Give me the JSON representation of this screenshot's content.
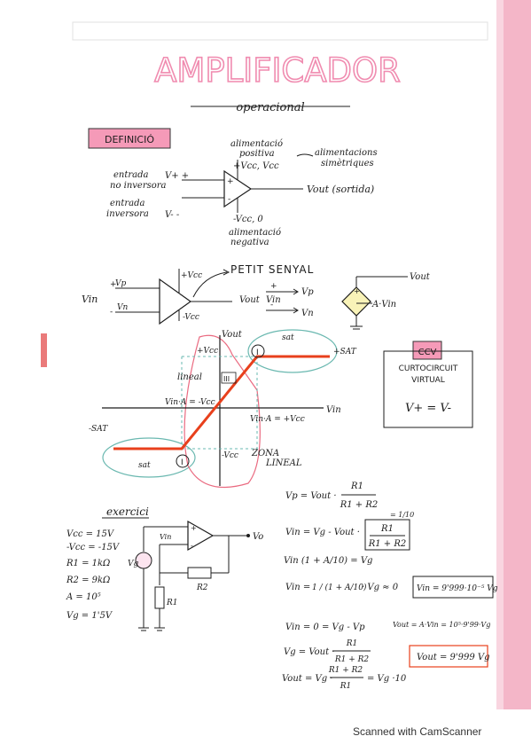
{
  "header": {
    "title": "AMPLIFICADOR",
    "subtitle": "operacional"
  },
  "definicio": {
    "badge": "DEFINICIÓ",
    "alim_pos": [
      "alimentació",
      "positiva"
    ],
    "alim_sim": [
      "alimentacions",
      "simètriques"
    ],
    "vcc_top": "+Vcc, Vcc",
    "vcc_bottom": "-Vcc, 0",
    "alim_neg": [
      "alimentació",
      "negativa"
    ],
    "in_noninv": [
      "entrada",
      "no inversora"
    ],
    "in_inv": [
      "entrada",
      "inversora"
    ],
    "vplus": "V+ +",
    "vminus": "V- -",
    "vout": "Vout (sortida)",
    "plus": "+",
    "minus": "-"
  },
  "small_signal": {
    "vin": "Vin",
    "vp": "Vp",
    "vn": "Vn",
    "vcc_plus": "+Vcc",
    "vcc_minus": "-Vcc",
    "title": "PETIT SENYAL",
    "row1_left": "Vout",
    "row1_right": "Vp",
    "row2_left": "Vin",
    "row2_right": "Vn",
    "plus": "+",
    "minus": "-"
  },
  "source": {
    "vout": "Vout",
    "avin": "A·Vin",
    "plus": "+"
  },
  "graph": {
    "vout": "Vout",
    "vin": "Vin",
    "vcc": "+Vcc",
    "neg_vcc": "-Vcc",
    "sat_top": "+SAT",
    "sat_bot": "-SAT",
    "sat_lbl_top": "sat",
    "sat_lbl_bot": "sat",
    "lineal": "lineal",
    "roman3": "III",
    "roman1": "I",
    "left_eq": "Vin·A = -Vcc",
    "right_eq": "Vin·A = +Vcc",
    "zona": "ZONA",
    "zona2": "LINEAL"
  },
  "ccv": {
    "badge": "CCV",
    "line1": "CURTOCIRCUIT",
    "line2": "VIRTUAL",
    "eq": "V+ = V-"
  },
  "exercici": {
    "title": "exercici",
    "params": [
      "Vcc = 15V",
      "-Vcc = -15V",
      "R1 = 1kΩ",
      "R2 = 9kΩ",
      "A = 10⁵",
      "Vg = 1'5V"
    ],
    "vin": "Vin",
    "vg": "Vg",
    "vo": "Vo",
    "r1": "R1",
    "r2": "R2",
    "plus": "+",
    "minus": "-"
  },
  "equations": {
    "vp_lhs": "Vp = Vout ·",
    "vp_num": "R1",
    "vp_den": "R1 + R2",
    "note": "= 1/10",
    "vin_lhs": "Vin = Vg - Vout ·",
    "vin_num": "R1",
    "vin_den": "R1 + R2",
    "vin_a": "Vin (1 + A/10) = Vg",
    "vin_b_lhs": "Vin =",
    "vin_b_frac": "1 / (1 + A/10)",
    "vin_b_rhs": "· Vg ≈ 0",
    "result1": "Vin = 9'999·10⁻⁵ Vg",
    "vout_eq": "Vout = A·Vin = 10⁵·9'99·Vg",
    "vin0": "Vin = 0 = Vg - Vp",
    "vg_lhs": "Vg = Vout ·",
    "vg_num": "R1",
    "vg_den": "R1 + R2",
    "result2": "Vout = 9'999 Vg",
    "vout_lhs": "Vout = Vg ·",
    "vout_num": "R1 + R2",
    "vout_den": "R1",
    "vout_rhs": "= Vg ·10"
  },
  "footer": {
    "text": "Scanned with CamScanner"
  },
  "colors": {
    "pink": "#f08cb0",
    "red": "#e8401c",
    "teal": "#6ab8b0",
    "ink": "#1c1c1c"
  }
}
